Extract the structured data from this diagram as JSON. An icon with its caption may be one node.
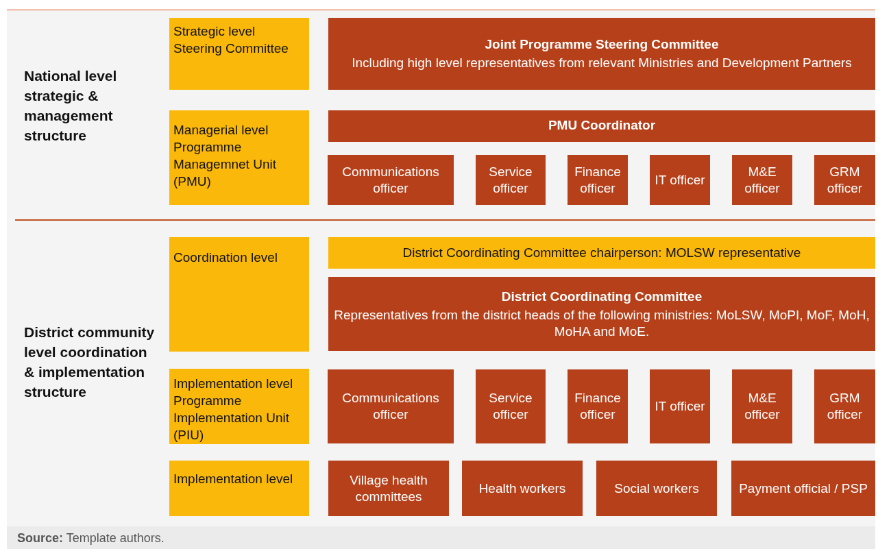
{
  "diagram": {
    "caption": "**Source:** Template authors.",
    "nodes": [
      {
        "text": [
          "Strategic level Steering Committee"
        ]
      },
      {
        "text": [
          "Joint Programme Steering Committee",
          "Including high level representatives from relevant Ministries and Development Partners"
        ]
      },
      {
        "text": [
          "Managerial level Programme Managemnet Unit (PMU)"
        ]
      },
      {
        "text": [
          "PMU Coordinator"
        ]
      },
      {
        "text": [
          "Communications officer"
        ]
      },
      {
        "text": [
          "Service officer"
        ]
      },
      {
        "text": [
          "Finance officer"
        ]
      },
      {
        "text": [
          "IT officer"
        ]
      },
      {
        "text": [
          "M&E officer"
        ]
      },
      {
        "text": [
          "GRM officer"
        ]
      },
      {
        "text": [
          "Coordination level"
        ]
      },
      {
        "text": [
          "District Coordinating Committee chairperson: MOLSW representative"
        ]
      },
      {
        "text": [
          "District Coordinating Committee",
          "Representatives from the district heads of the following ministries: MoLSW, MoPI, MoF, MoH, MoHA and MoE."
        ]
      },
      {
        "text": [
          "Implementation level Programme Implementation Unit (PIU)"
        ]
      },
      {
        "text": [
          "Communications officer"
        ]
      },
      {
        "text": [
          "Service officer"
        ]
      },
      {
        "text": [
          "Finance officer"
        ]
      },
      {
        "text": [
          "IT officer"
        ]
      },
      {
        "text": [
          "M&E officer"
        ]
      },
      {
        "text": [
          "GRM officer"
        ]
      },
      {
        "text": [
          "Implementation level"
        ]
      },
      {
        "text": [
          "Village health committees"
        ]
      },
      {
        "text": [
          "Health workers"
        ]
      },
      {
        "text": [
          "Social workers"
        ]
      },
      {
        "text": [
          "Payment official / PSP"
        ]
      }
    ],
    "edges": [],
    "labels": [
      "National level strategic & management structure",
      "District community level coordination & implementation structure"
    ]
  }
}
